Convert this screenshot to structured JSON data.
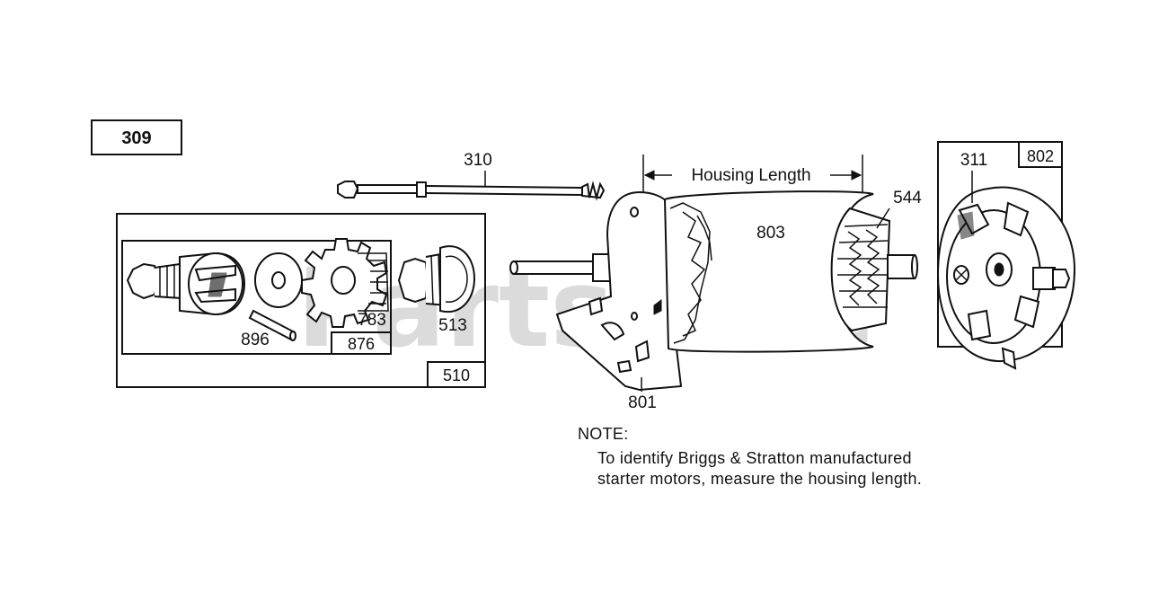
{
  "diagram": {
    "watermark": "PartsTree",
    "ref_box": "309",
    "labels": {
      "bolt": "310",
      "housing_length": "Housing Length",
      "end_cap_inner": "311",
      "end_cap_box": "802",
      "armature": "544",
      "housing": "803",
      "spring": "896",
      "drive_box": "876",
      "gear": "783",
      "clutch": "513",
      "drive_assembly_box": "510",
      "mount_bracket": "801"
    },
    "note": {
      "heading": "NOTE:",
      "line1": "To identify Briggs & Stratton manufactured",
      "line2": "starter motors, measure the housing length."
    }
  }
}
